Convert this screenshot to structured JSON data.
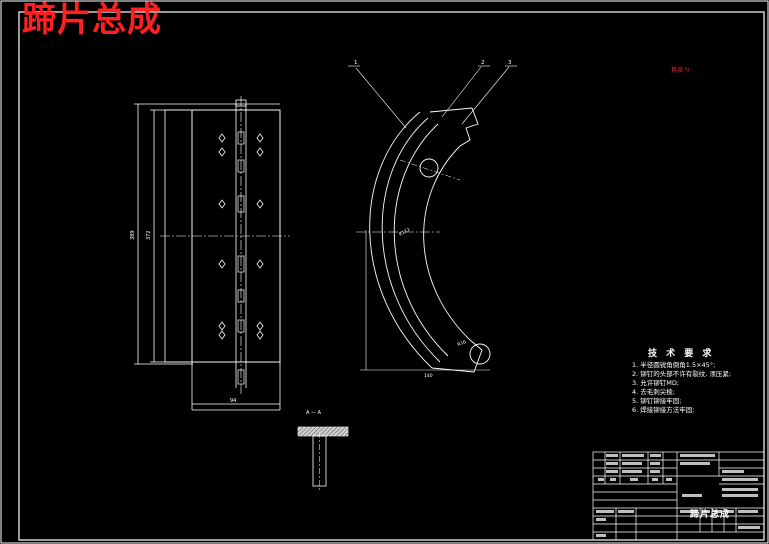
{
  "drawing": {
    "title": "蹄片总成",
    "roughness_note": "其余 ⁶∕",
    "section_label": "A — A",
    "colors": {
      "background": "#000000",
      "lines": "#ffffff",
      "title": "#ff2020",
      "centerline": "#ffffff"
    }
  },
  "balloons": [
    "1",
    "2",
    "3"
  ],
  "dimensions": {
    "overall_height": "389",
    "inner_height": "372",
    "width": "94",
    "base_width": "140",
    "radius_label": "R112",
    "radius_small": "R16"
  },
  "technical_requirements": {
    "heading": "技 术 要 求",
    "items": [
      "1. 半径圆锐角倒角1.5×45°;",
      "2. 铆钉的头部不许有裂纹, 须压紧;",
      "3. 允许铆钉MD;",
      "4. 去毛刺尖棱;",
      "5. 铆钉铆接牢固;",
      "6. 焊接铆接方法牢固;"
    ]
  },
  "title_block": {
    "name": "蹄片总成"
  }
}
